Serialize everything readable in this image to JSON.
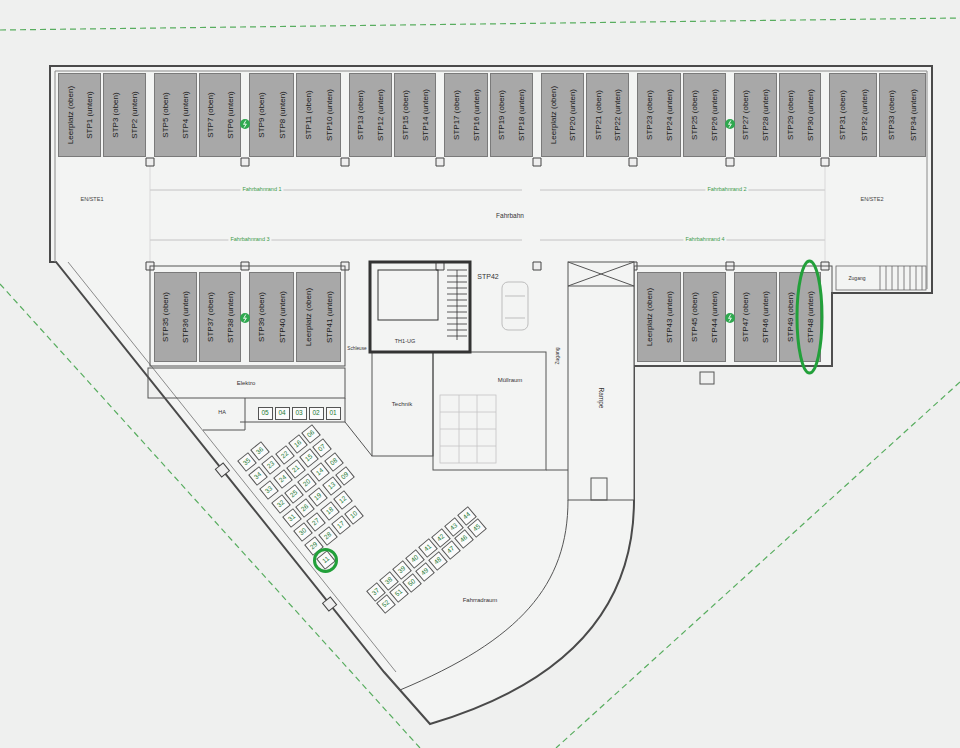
{
  "diagram": {
    "nodes": [
      {
        "text": [
          "Leerplatz (oben)",
          "STP1 (unten)"
        ]
      },
      {
        "text": [
          "STP3 (oben)",
          "STP2 (unten)"
        ]
      },
      {
        "text": [
          "STP5 (oben)",
          "STP4 (unten)"
        ]
      },
      {
        "text": [
          "STP7 (oben)",
          "STP6 (unten)"
        ]
      },
      {
        "text": [
          "STP9 (oben)",
          "STP8 (unten)"
        ]
      },
      {
        "text": [
          "STP11 (oben)",
          "STP10 (unten)"
        ]
      },
      {
        "text": [
          "STP13 (oben)",
          "STP12 (unten)"
        ]
      },
      {
        "text": [
          "STP15 (oben)",
          "STP14 (unten)"
        ]
      },
      {
        "text": [
          "STP17 (oben)",
          "STP16 (unten)"
        ]
      },
      {
        "text": [
          "STP19 (oben)",
          "STP18 (unten)"
        ]
      },
      {
        "text": [
          "Leerplatz (oben)",
          "STP20 (unten)"
        ]
      },
      {
        "text": [
          "STP21 (oben)",
          "STP22 (unten)"
        ]
      },
      {
        "text": [
          "STP23 (oben)",
          "STP24 (unten)"
        ]
      },
      {
        "text": [
          "STP25 (oben)",
          "STP26 (unten)"
        ]
      },
      {
        "text": [
          "STP27 (oben)",
          "STP28 (unten)"
        ]
      },
      {
        "text": [
          "STP29 (oben)",
          "STP30 (unten)"
        ]
      },
      {
        "text": [
          "STP31 (oben)",
          "STP32 (unten)"
        ]
      },
      {
        "text": [
          "STP33 (oben)",
          "STP34 (unten)"
        ]
      },
      {
        "text": [
          "STP35 (oben)",
          "STP36 (unten)"
        ]
      },
      {
        "text": [
          "STP37 (oben)",
          "STP38 (unten)"
        ]
      },
      {
        "text": [
          "STP39 (oben)",
          "STP40 (unten)"
        ]
      },
      {
        "text": [
          "Leerplatz (oben)",
          "STP41 (unten)"
        ]
      },
      {
        "text": [
          "Leerplatz (oben)",
          "STP43 (unten)"
        ]
      },
      {
        "text": [
          "STP45 (oben)",
          "STP44 (unten)"
        ]
      },
      {
        "text": [
          "STP47 (oben)",
          "STP46 (unten)"
        ]
      },
      {
        "text": [
          "STP49 (oben)",
          "STP48 (unten)"
        ]
      },
      {
        "text": [
          "01"
        ]
      },
      {
        "text": [
          "02"
        ]
      },
      {
        "text": [
          "03"
        ]
      },
      {
        "text": [
          "04"
        ]
      },
      {
        "text": [
          "05"
        ]
      },
      {
        "text": [
          "06"
        ]
      },
      {
        "text": [
          "07"
        ]
      },
      {
        "text": [
          "08"
        ]
      },
      {
        "text": [
          "09"
        ]
      },
      {
        "text": [
          "10"
        ]
      },
      {
        "text": [
          "11"
        ]
      },
      {
        "text": [
          "12"
        ]
      },
      {
        "text": [
          "13"
        ]
      },
      {
        "text": [
          "14"
        ]
      },
      {
        "text": [
          "15"
        ]
      },
      {
        "text": [
          "16"
        ]
      },
      {
        "text": [
          "17"
        ]
      },
      {
        "text": [
          "18"
        ]
      },
      {
        "text": [
          "19"
        ]
      },
      {
        "text": [
          "20"
        ]
      },
      {
        "text": [
          "21"
        ]
      },
      {
        "text": [
          "22"
        ]
      },
      {
        "text": [
          "23"
        ]
      },
      {
        "text": [
          "24"
        ]
      },
      {
        "text": [
          "25"
        ]
      },
      {
        "text": [
          "26"
        ]
      },
      {
        "text": [
          "27"
        ]
      },
      {
        "text": [
          "28"
        ]
      },
      {
        "text": [
          "29"
        ]
      },
      {
        "text": [
          "30"
        ]
      },
      {
        "text": [
          "31"
        ]
      },
      {
        "text": [
          "32"
        ]
      },
      {
        "text": [
          "33"
        ]
      },
      {
        "text": [
          "34"
        ]
      },
      {
        "text": [
          "35"
        ]
      },
      {
        "text": [
          "36"
        ]
      },
      {
        "text": [
          "37"
        ]
      },
      {
        "text": [
          "38"
        ]
      },
      {
        "text": [
          "39"
        ]
      },
      {
        "text": [
          "40"
        ]
      },
      {
        "text": [
          "41"
        ]
      },
      {
        "text": [
          "42"
        ]
      },
      {
        "text": [
          "43"
        ]
      },
      {
        "text": [
          "44"
        ]
      },
      {
        "text": [
          "45"
        ]
      },
      {
        "text": [
          "46"
        ]
      },
      {
        "text": [
          "47"
        ]
      },
      {
        "text": [
          "48"
        ]
      },
      {
        "text": [
          "49"
        ]
      },
      {
        "text": [
          "50"
        ]
      },
      {
        "text": [
          "51"
        ]
      },
      {
        "text": [
          "52"
        ]
      }
    ],
    "labels": [
      "EN/STE1",
      "Fahrbahnrand 1",
      "Fahrbahnrand 2",
      "EN/STE2",
      "Fahrbahn",
      "Fahrbahnrand 3",
      "Fahrbahnrand 4",
      "STP42",
      "Zugang",
      "Schleuse",
      "TH1-UG",
      "Zugang",
      "Müllraum",
      "Elektro",
      "Technik",
      "Rampe",
      "HA",
      "Fahrradraum"
    ]
  }
}
